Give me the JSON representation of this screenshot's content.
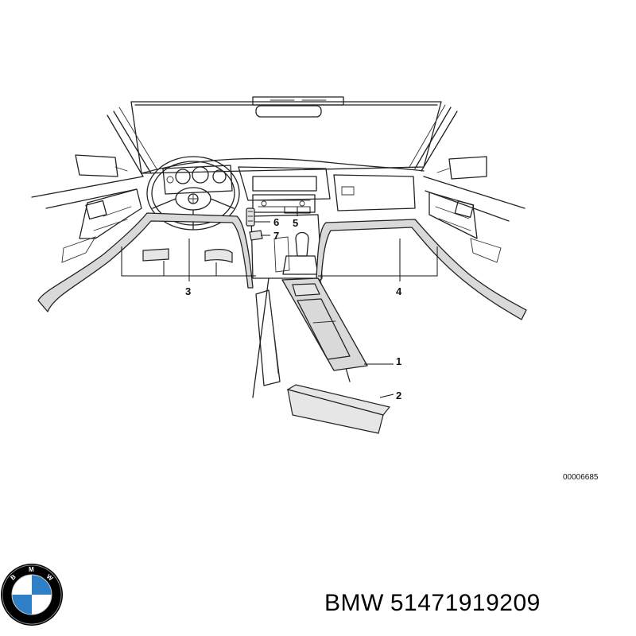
{
  "diagram": {
    "callouts": [
      {
        "id": "1",
        "label": "1"
      },
      {
        "id": "2",
        "label": "2"
      },
      {
        "id": "3",
        "label": "3"
      },
      {
        "id": "4",
        "label": "4"
      },
      {
        "id": "5",
        "label": "5"
      },
      {
        "id": "6",
        "label": "6"
      },
      {
        "id": "7",
        "label": "7"
      }
    ],
    "reference_code": "00006685"
  },
  "logo": {
    "letters": "BMW",
    "colors": {
      "blue": "#2f7fc6",
      "ring": "#000000",
      "white": "#ffffff"
    }
  },
  "caption": {
    "brand": "BMW",
    "part_number": "51471919209"
  }
}
